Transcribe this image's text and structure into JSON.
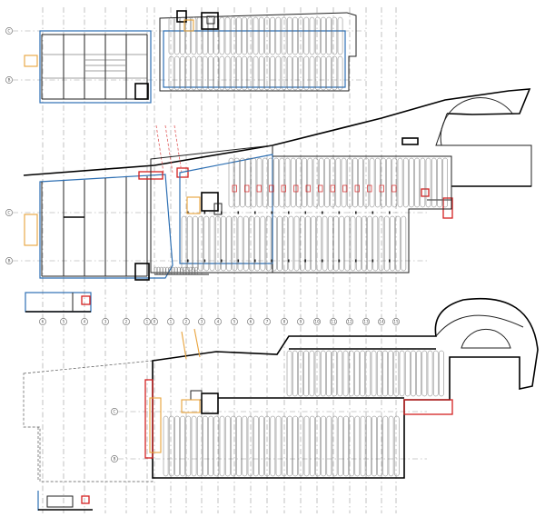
{
  "grid_axes": {
    "rows": {
      "upper": [
        "C",
        "B"
      ],
      "middle": [
        "C",
        "B"
      ],
      "lower": [
        "C",
        "B"
      ]
    },
    "columns": [
      "6",
      "5",
      "4",
      "3",
      "2",
      "1",
      "0",
      "1",
      "2",
      "3",
      "4",
      "5",
      "6",
      "7",
      "8",
      "9",
      "10",
      "11",
      "12",
      "13",
      "14",
      "15"
    ]
  },
  "colors": {
    "structure": "#000000",
    "existing": "#2d6fb3",
    "new_element": "#d42020",
    "circulation": "#e8a23a",
    "grid": "#9a9a9a"
  }
}
